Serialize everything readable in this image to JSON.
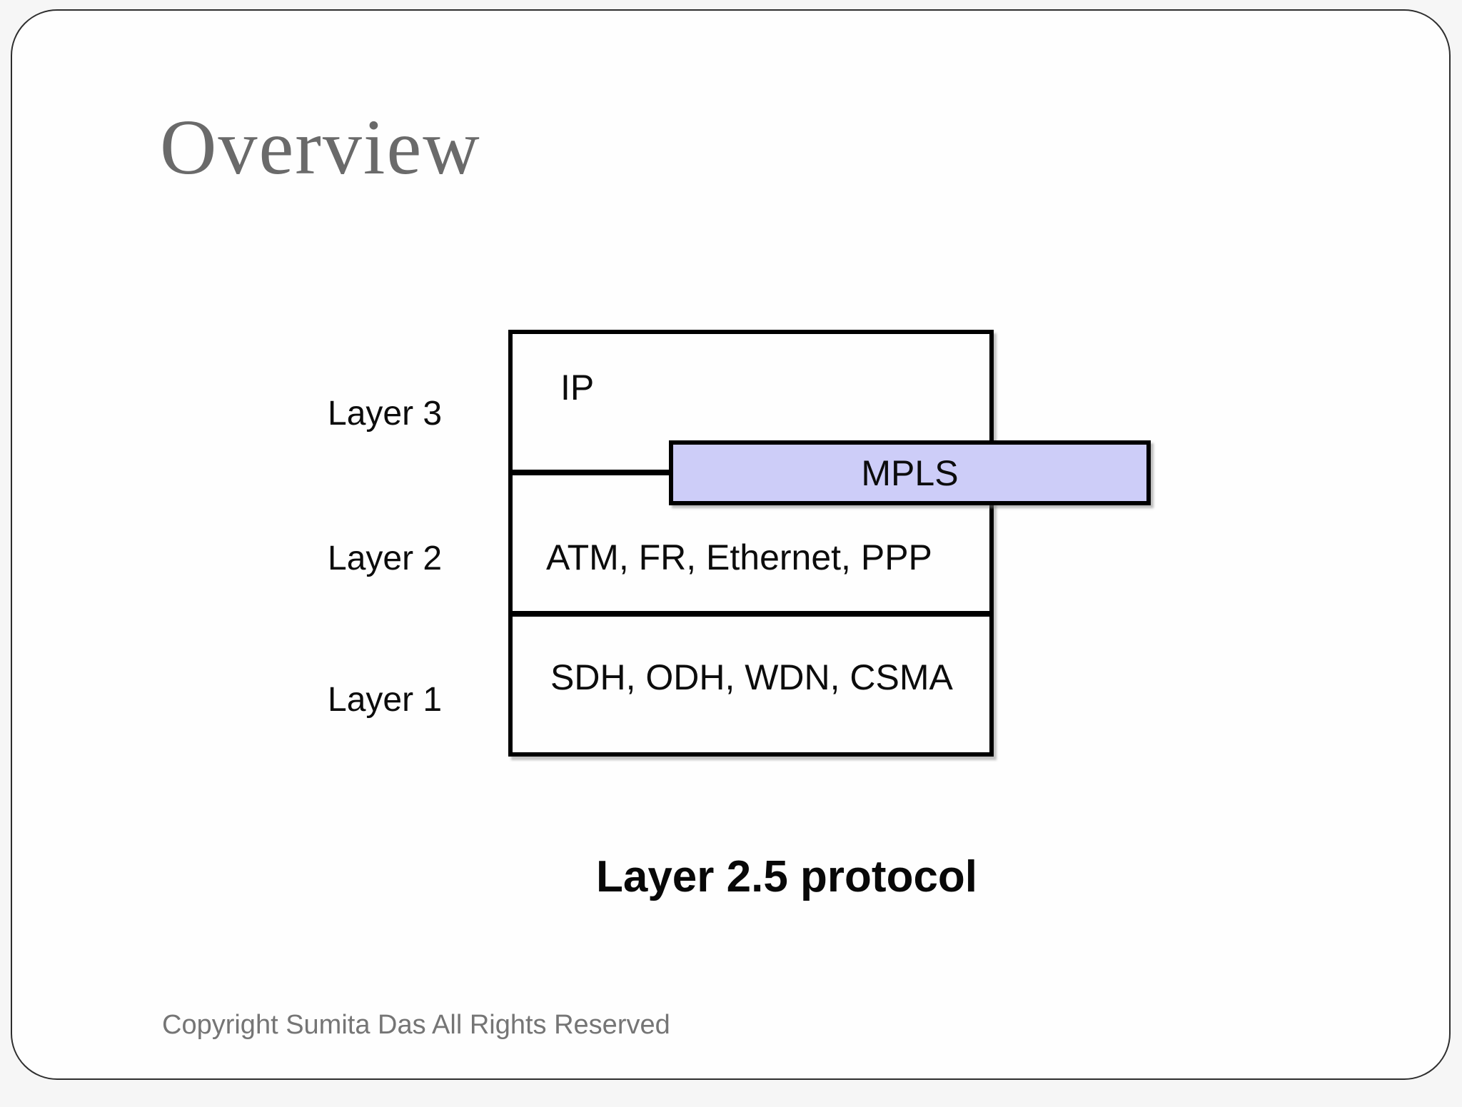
{
  "slide": {
    "title": "Overview",
    "caption": "Layer 2.5 protocol",
    "footer": "Copyright Sumita Das All Rights Reserved"
  },
  "diagram": {
    "layers": [
      {
        "label": "Layer 3",
        "content": "IP"
      },
      {
        "label": "Layer 2",
        "content": "ATM, FR, Ethernet, PPP"
      },
      {
        "label": "Layer 1",
        "content": "SDH, ODH, WDN, CSMA"
      }
    ],
    "overlay": {
      "label": "MPLS"
    },
    "colors": {
      "overlay_fill": "#cdcdf8",
      "box_border": "#000000",
      "title_text": "#6a6a6a",
      "footer_text": "#757575"
    }
  }
}
